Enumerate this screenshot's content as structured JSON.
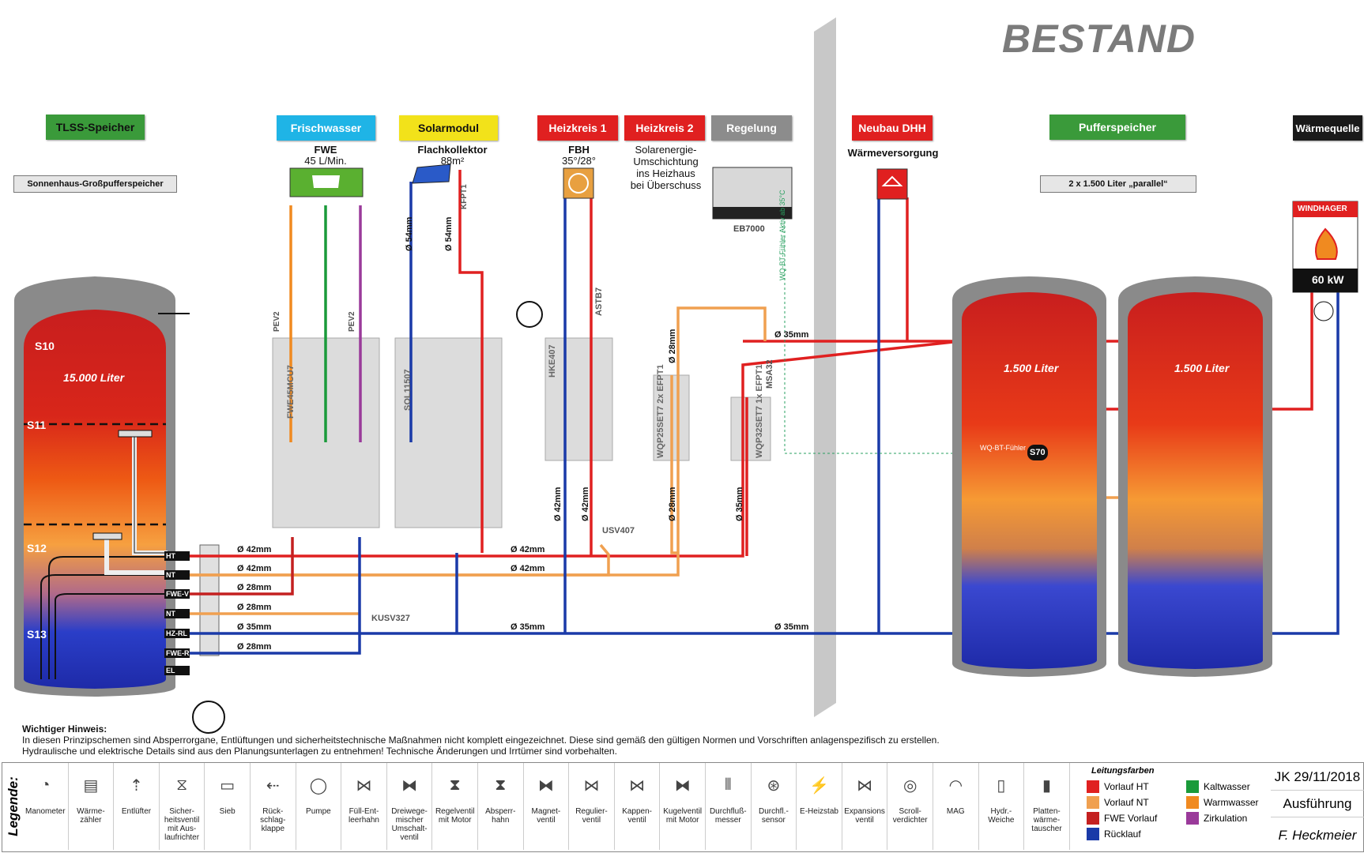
{
  "title": "BESTAND",
  "headers": {
    "tlss": "TLSS-Speicher",
    "frischwasser": "Frischwasser",
    "solarmodul": "Solarmodul",
    "heizkreis1": "Heizkreis 1",
    "heizkreis2": "Heizkreis 2",
    "regelung": "Regelung",
    "neubau": "Neubau DHH",
    "pufferspeicher": "Pufferspeicher",
    "waermequelle": "Wärmequelle"
  },
  "colors": {
    "green": "#3a9a3a",
    "cyan": "#1fb4e6",
    "yellow": "#f2e21a",
    "red": "#e02020",
    "grey": "#8c8c8c",
    "black": "#1a1a1a",
    "vorlauf_ht": "#e02020",
    "vorlauf_nt": "#f0a050",
    "fwe_vorlauf": "#c42020",
    "ruecklauf": "#1a3aa8",
    "kaltwasser": "#1a9a3a",
    "warmwasser": "#f08a20",
    "zirkulation": "#9a3a9a"
  },
  "captions": {
    "sonnenhaus": "Sonnenhaus-Großpufferspeicher",
    "fwe_title": "FWE",
    "fwe_sub": "45 L/Min.",
    "solar_title": "Flachkollektor",
    "solar_sub": "88m²",
    "fbh_title": "FBH",
    "fbh_sub": "35°/28°",
    "hk2_text": [
      "Solarenergie-",
      "Umschichtung",
      "ins Heizhaus",
      "bei Überschuss"
    ],
    "eb7000": "EB7000",
    "waermeversorgung": "Wärmeversorgung",
    "puffer_box": "2 x 1.500 Liter „parallel“",
    "windhager": "WINDHAGER",
    "kw60": "60 kW"
  },
  "tanks": {
    "tlss_volume": "15.000 Liter",
    "puffer1_volume": "1.500 Liter",
    "puffer2_volume": "1.500 Liter",
    "sensors": [
      "S10",
      "S11",
      "S12",
      "S13"
    ],
    "s70": "S70",
    "wq_fuehler": "WQ-BT-Fühler"
  },
  "modules": {
    "fwe": "FWE45MCU7",
    "sol": "SOL11507",
    "hke": "HKE407",
    "wqp1": "WQP25SET7 2x EFPT1",
    "wqp2": "WQP32SET7 1x EFPT1",
    "usv": "USV407",
    "msa": "MSA32",
    "kusv": "KUSV327",
    "astb": "ASTB7",
    "kfpt": "KFPT1",
    "pev": "PEV2",
    "wq_dashed": "WQ-BT-Fühler Aktiv ab 35°C"
  },
  "pipes": {
    "d42": "Ø 42mm",
    "d28": "Ø 28mm",
    "d35": "Ø 35mm",
    "d54": "Ø 54mm",
    "connectors": [
      "HT",
      "NT",
      "FWE-V",
      "NT",
      "HZ-RL",
      "FWE-R",
      "EL"
    ]
  },
  "note": {
    "heading": "Wichtiger Hinweis:",
    "line1": "In diesen Prinzipschemen sind Absperrorgane, Entlüftungen und sicherheitstechnische Maßnahmen nicht komplett eingezeichnet. Diese sind gemäß den gültigen Normen und Vorschriften anlagenspezifisch zu erstellen.",
    "line2": "Hydraulische und elektrische Details sind aus den Planungsunterlagen zu entnehmen! Technische Änderungen und Irrtümer sind vorbehalten."
  },
  "legend": {
    "title": "Legende:",
    "items": [
      {
        "label": "Manometer",
        "icon": "◔"
      },
      {
        "label": "Wärme-zähler",
        "icon": "▤"
      },
      {
        "label": "Entlüfter",
        "icon": "⇡"
      },
      {
        "label": "Sicher-heitsventil mit Aus-laufrichter",
        "icon": "⧖"
      },
      {
        "label": "Sieb",
        "icon": "▭"
      },
      {
        "label": "Rück-schlag-klappe",
        "icon": "⇠"
      },
      {
        "label": "Pumpe",
        "icon": "◯"
      },
      {
        "label": "Füll-Ent-leerhahn",
        "icon": "⋈"
      },
      {
        "label": "Dreiwege-mischer Umschalt-ventil",
        "icon": "⧓"
      },
      {
        "label": "Regelventil mit Motor",
        "icon": "⧗"
      },
      {
        "label": "Absperr-hahn",
        "icon": "⧗"
      },
      {
        "label": "Magnet-ventil",
        "icon": "⧓"
      },
      {
        "label": "Regulier-ventil",
        "icon": "⋈"
      },
      {
        "label": "Kappen-ventil",
        "icon": "⋈"
      },
      {
        "label": "Kugelventil mit Motor",
        "icon": "⧓"
      },
      {
        "label": "Durchfluß-messer",
        "icon": "⦀"
      },
      {
        "label": "Durchfl.-sensor",
        "icon": "⊛"
      },
      {
        "label": "E-Heizstab",
        "icon": "⚡"
      },
      {
        "label": "Expansions ventil",
        "icon": "⋈"
      },
      {
        "label": "Scroll-verdichter",
        "icon": "◎"
      },
      {
        "label": "MAG",
        "icon": "◠"
      },
      {
        "label": "Hydr.-Weiche",
        "icon": "▯"
      },
      {
        "label": "Platten-wärme-tauscher",
        "icon": "▮"
      }
    ],
    "leitungsfarben_title": "Leitungsfarben",
    "colors_left": [
      {
        "label": "Vorlauf HT",
        "color": "#e02020"
      },
      {
        "label": "Vorlauf NT",
        "color": "#f0a050"
      },
      {
        "label": "FWE Vorlauf",
        "color": "#c42020"
      },
      {
        "label": "Rücklauf",
        "color": "#1a3aa8"
      }
    ],
    "colors_right": [
      {
        "label": "Kaltwasser",
        "color": "#1a9a3a"
      },
      {
        "label": "Warmwasser",
        "color": "#f08a20"
      },
      {
        "label": "Zirkulation",
        "color": "#9a3a9a"
      }
    ],
    "date": "JK 29/11/2018",
    "status": "Ausführung",
    "author": "F. Heckmeier"
  }
}
